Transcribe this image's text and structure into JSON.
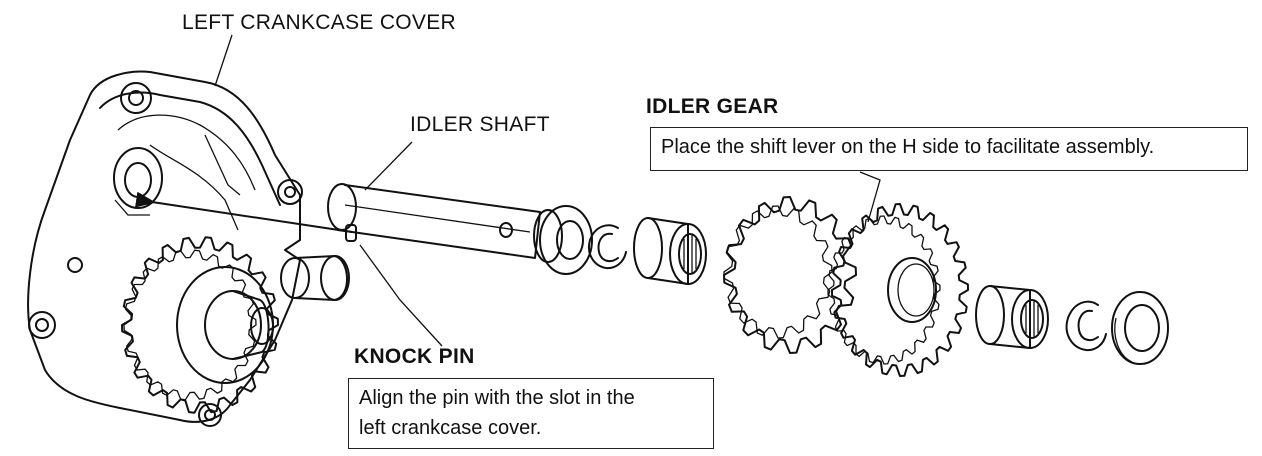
{
  "labels": {
    "left_crankcase_cover": "LEFT CRANKCASE COVER",
    "idler_shaft": "IDLER SHAFT",
    "idler_gear": "IDLER GEAR",
    "knock_pin": "KNOCK PIN"
  },
  "notes": {
    "idler_gear": "Place the shift lever on the H side to facilitate assembly.",
    "knock_pin_line1": "Align the pin with the slot in the",
    "knock_pin_line2": "left crankcase cover."
  }
}
